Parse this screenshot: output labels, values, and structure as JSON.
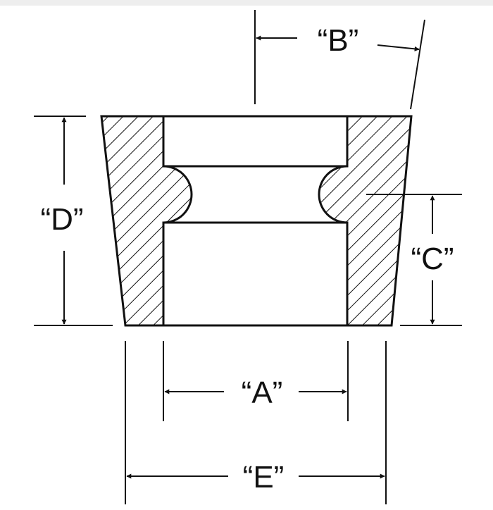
{
  "diagram": {
    "colors": {
      "stroke": "#111111",
      "background": "#ffffff",
      "top_band": "#eeeeee"
    },
    "labels": {
      "a": "“A”",
      "b": "“B”",
      "c": "“C”",
      "d": "“D”",
      "e": "“E”"
    }
  }
}
